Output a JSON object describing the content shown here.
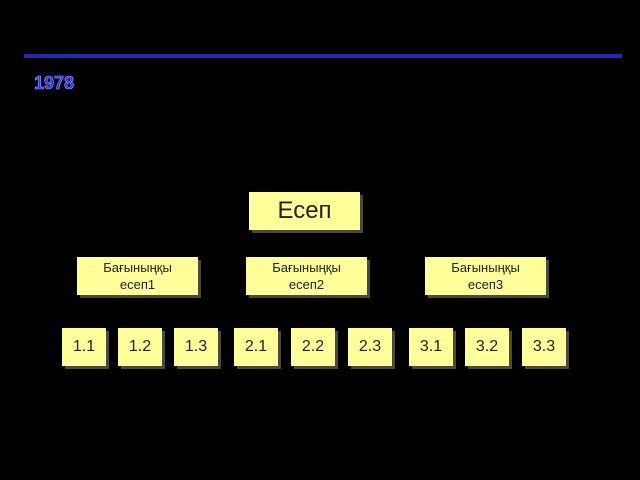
{
  "header": {
    "year": "1978"
  },
  "tree": {
    "root": "Есеп",
    "subtasks": [
      {
        "line1": "Бағыныңқы",
        "line2": "есеп1"
      },
      {
        "line1": "Бағыныңқы",
        "line2": "есеп2"
      },
      {
        "line1": "Бағыныңқы",
        "line2": "есеп3"
      }
    ],
    "leaves": [
      "1.1",
      "1.2",
      "1.3",
      "2.1",
      "2.2",
      "2.3",
      "3.1",
      "3.2",
      "3.3"
    ]
  },
  "colors": {
    "box": "#ffff99",
    "rule": "#1f2bb8",
    "year": "#2a34ff",
    "background": "#000000"
  }
}
